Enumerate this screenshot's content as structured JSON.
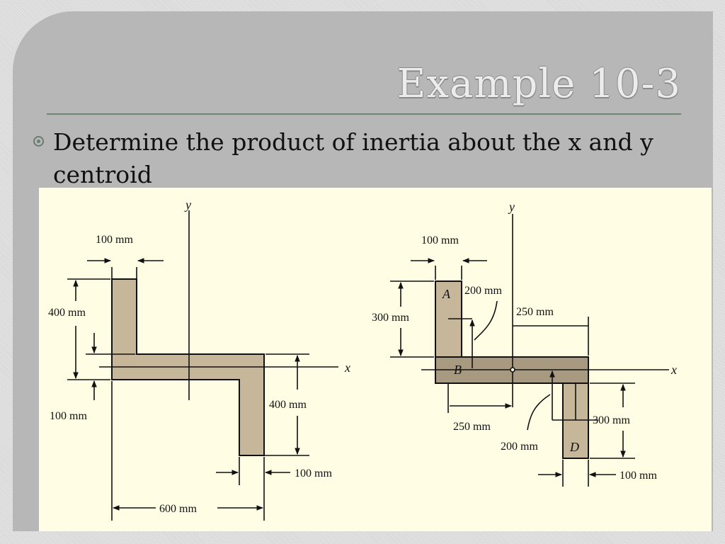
{
  "slide": {
    "title": "Example 10-3",
    "bullet": "Determine the product of inertia about the x and y centroid"
  },
  "colors": {
    "slide_background": "#b7b7b7",
    "title_rule": "#6e8474",
    "figure_background": "#fffde4",
    "shape_fill": "#c6b69a",
    "shape_fill_dark": "#a89a80"
  },
  "figure_left": {
    "axis_x": "x",
    "axis_y": "y",
    "dims": {
      "top_width": "100 mm",
      "left_height": "400 mm",
      "web_thickness": "100 mm",
      "right_height": "400 mm",
      "bottom_width": "100 mm",
      "overall_width": "600 mm"
    }
  },
  "figure_right": {
    "axis_x": "x",
    "axis_y": "y",
    "parts": {
      "a": "A",
      "b": "B",
      "d": "D"
    },
    "dims": {
      "top_width": "100 mm",
      "left_height": "300 mm",
      "offset_a": "200 mm",
      "offset_right": "250 mm",
      "offset_left": "250 mm",
      "offset_d": "200 mm",
      "right_height": "300 mm",
      "bottom_width": "100 mm"
    }
  }
}
